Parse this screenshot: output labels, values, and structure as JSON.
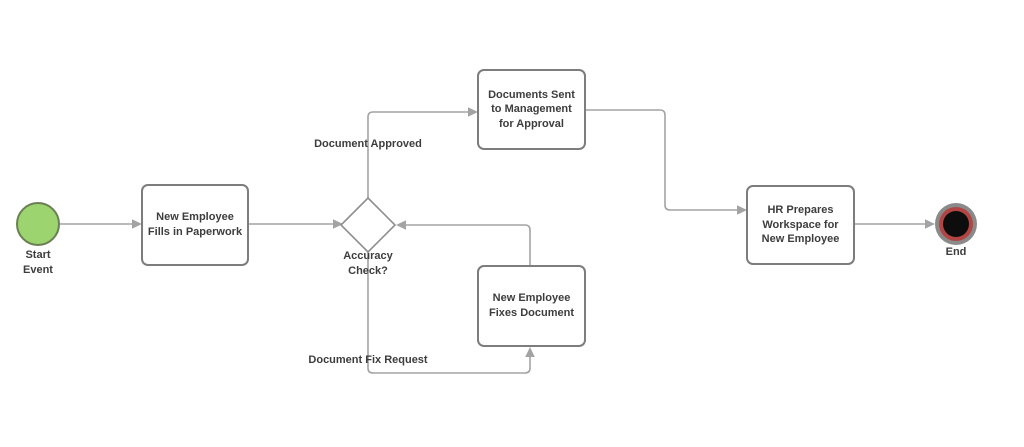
{
  "colors": {
    "connector": "#a3a3a3",
    "arrowhead": "#a3a3a3",
    "node_border": "#7d7d7d",
    "node_fill": "#ffffff",
    "text": "#3d3d3d",
    "start_fill": "#9cd470",
    "start_border": "#6b7f52",
    "end_outer_ring": "#8a8a8a",
    "end_inner_ring": "#b04543",
    "end_core": "#0d0d0d"
  },
  "nodes": {
    "start": {
      "label": "Start\nEvent"
    },
    "fill_paperwork": {
      "label": "New Employee\nFills in Paperwork"
    },
    "accuracy_check": {
      "label": "Accuracy\nCheck?"
    },
    "send_to_management": {
      "label": "Documents Sent\nto Management\nfor Approval"
    },
    "fix_document": {
      "label": "New Employee\nFixes Document"
    },
    "hr_prepares": {
      "label": "HR Prepares\nWorkspace for\nNew Employee"
    },
    "end": {
      "label": "End"
    }
  },
  "edges": {
    "document_approved": {
      "label": "Document Approved"
    },
    "document_fix_request": {
      "label": "Document Fix Request"
    }
  }
}
